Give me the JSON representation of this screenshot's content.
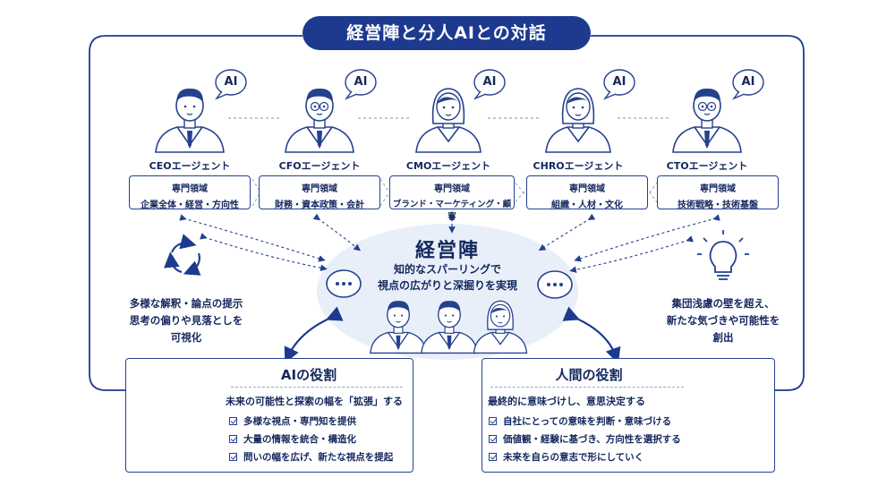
{
  "title": "経営陣と分人AIとの対話",
  "ai_badge": "AI",
  "agents": [
    {
      "label": "CEOエージェント",
      "heading": "専門領域",
      "domain": "企業全体・経営・方向性"
    },
    {
      "label": "CFOエージェント",
      "heading": "専門領域",
      "domain": "財務・資本政策・会計"
    },
    {
      "label": "CMOエージェント",
      "heading": "専門領域",
      "domain": "ブランド・マーケティング・顧客"
    },
    {
      "label": "CHROエージェント",
      "heading": "専門領域",
      "domain": "組織・人材・文化"
    },
    {
      "label": "CTOエージェント",
      "heading": "専門領域",
      "domain": "技術戦略・技術基盤"
    }
  ],
  "center": {
    "title": "経営陣",
    "subtitle_line1": "知的なスパーリングで",
    "subtitle_line2": "視点の広がりと深掘りを実現"
  },
  "left_note": {
    "line1": "多様な解釈・論点の提示",
    "line2": "思考の偏りや見落としを",
    "line3": "可視化"
  },
  "right_note": {
    "line1": "集団浅慮の壁を超え、",
    "line2": "新たな気づきや可能性を",
    "line3": "創出"
  },
  "ai_role": {
    "title": "AIの役割",
    "lead": "未来の可能性と探索の幅を「拡張」する",
    "items": [
      "多様な視点・専門知を提供",
      "大量の情報を統合・構造化",
      "問いの幅を広げ、新たな視点を提起"
    ],
    "chip_label": "AI"
  },
  "human_role": {
    "title": "人間の役割",
    "lead": "最終的に意味づけし、意思決定する",
    "items": [
      "自社にとっての意味を判断・意味づける",
      "価値観・経験に基づき、方向性を選択する",
      "未来を自らの意志で形にしていく"
    ]
  },
  "colors": {
    "navy": "#1d3a8f",
    "text": "#14275e",
    "ellipse": "#e9eff9",
    "dashed": "#9aa6c6"
  }
}
